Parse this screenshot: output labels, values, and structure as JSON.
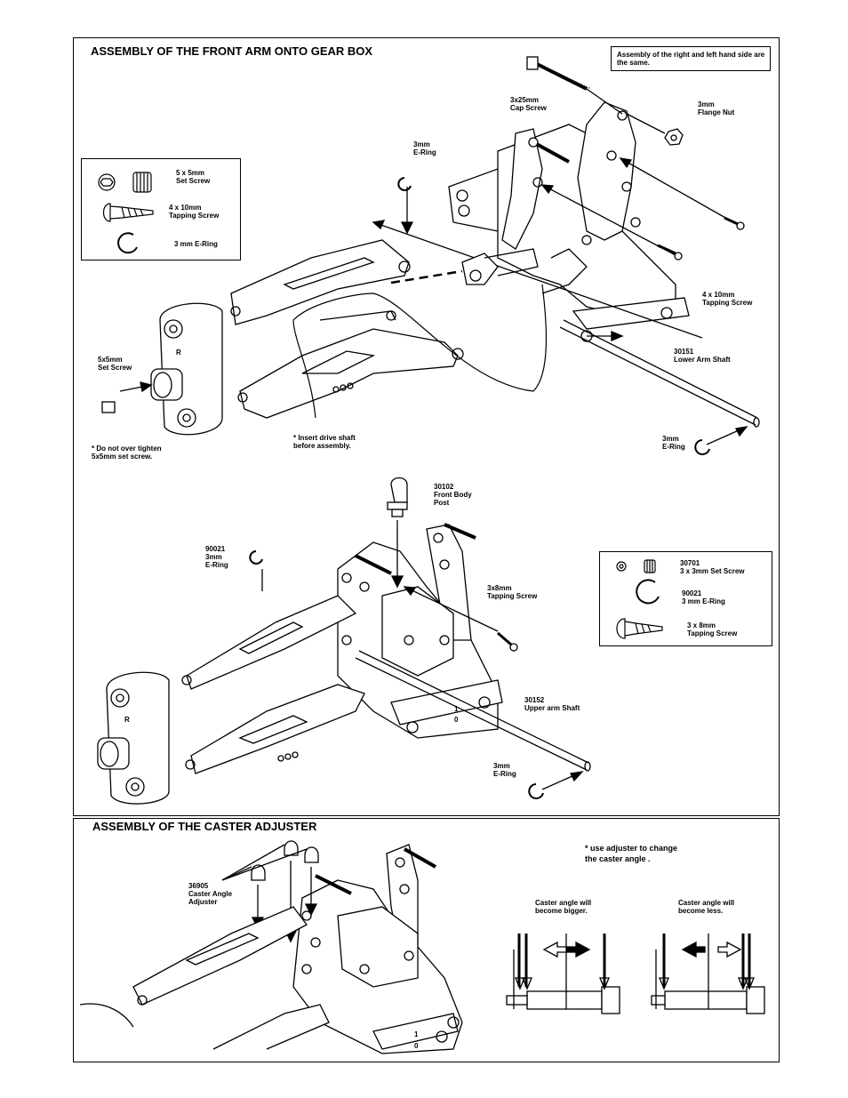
{
  "sections": {
    "front_arm": {
      "title": "ASSEMBLY OF THE FRONT ARM ONTO GEAR BOX"
    },
    "caster": {
      "title": "ASSEMBLY OF THE CASTER ADJUSTER"
    }
  },
  "notes": {
    "same_sides": "Assembly of the right and left hand side are the same.",
    "insert_drive_shaft": "* Insert drive  shaft\n        before assembly.",
    "do_not_tighten": "* Do not over tighten\n   5x5mm set screw.",
    "use_adjuster": "* use  adjuster to change\n    the caster angle ."
  },
  "parts_legend_1": {
    "set_screw": "5 x 5mm\n   Set Screw",
    "tapping_screw": "4 x 10mm\nTapping Screw",
    "e_ring": "3 mm E-Ring"
  },
  "parts_legend_2": {
    "set_screw": "30701\n3 x 3mm Set Screw",
    "e_ring": "90021\n3 mm E-Ring",
    "tapping_screw": "3 x 8mm\nTapping Screw"
  },
  "callouts": {
    "cap_screw": "3x25mm\nCap Screw",
    "flange_nut": "3mm\nFlange Nut",
    "e_ring_top": "3mm\nE-Ring",
    "tapping_4x10": "4 x 10mm\nTapping Screw",
    "lower_arm_shaft": "30151\nLower Arm  Shaft",
    "set_screw_5x5": "5x5mm\nSet Screw",
    "e_ring_lower_shaft": "3mm\nE-Ring",
    "front_body_post": "30102\nFront Body\nPost",
    "e_ring_90021": "90021\n3mm\nE-Ring",
    "tapping_3x8": "3x8mm\nTapping Screw",
    "upper_arm_shaft": "30152\nUpper arm Shaft",
    "e_ring_upper_shaft": "3mm\nE-Ring",
    "caster_adjuster": "36905\nCaster Angle\n Adjuster",
    "bigger": "Caster angle will\nbecome bigger.",
    "less": "Caster angle will\nbecome less."
  },
  "marks": {
    "r": "R",
    "one": "1",
    "zero": "0"
  }
}
